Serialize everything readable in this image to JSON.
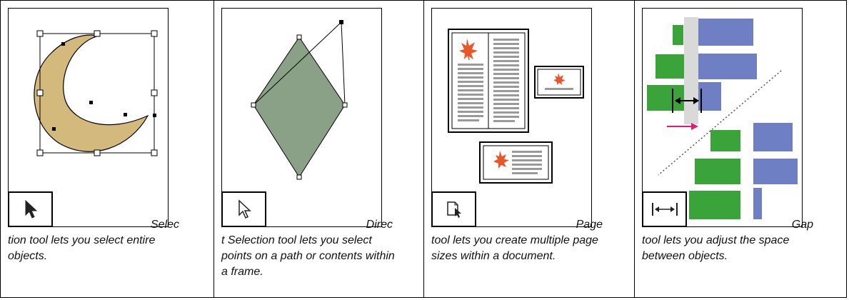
{
  "cards": [
    {
      "name": "selection-tool",
      "tool_icon": "arrow-pointer-icon",
      "lead": "Selec",
      "rest": "tion tool lets you select entire objects."
    },
    {
      "name": "direct-selection-tool",
      "tool_icon": "hollow-arrow-pointer-icon",
      "lead": "Direc",
      "rest": "t Selection tool lets you select points on a path or contents within a frame."
    },
    {
      "name": "page-tool",
      "tool_icon": "page-pointer-icon",
      "lead": "Page",
      "rest": "tool lets you create multiple page sizes within a document."
    },
    {
      "name": "gap-tool",
      "tool_icon": "gap-arrows-icon",
      "lead": "Gap",
      "rest": "tool lets you adjust the space between objects."
    }
  ],
  "colors": {
    "moon": "#d4b97d",
    "diamond": "#8aa087",
    "leaf": "#e8572a",
    "green": "#3aa33a",
    "blue": "#6f7fc4",
    "gap_highlight": "#d9d9d9",
    "magenta_arrow": "#e6197a"
  }
}
